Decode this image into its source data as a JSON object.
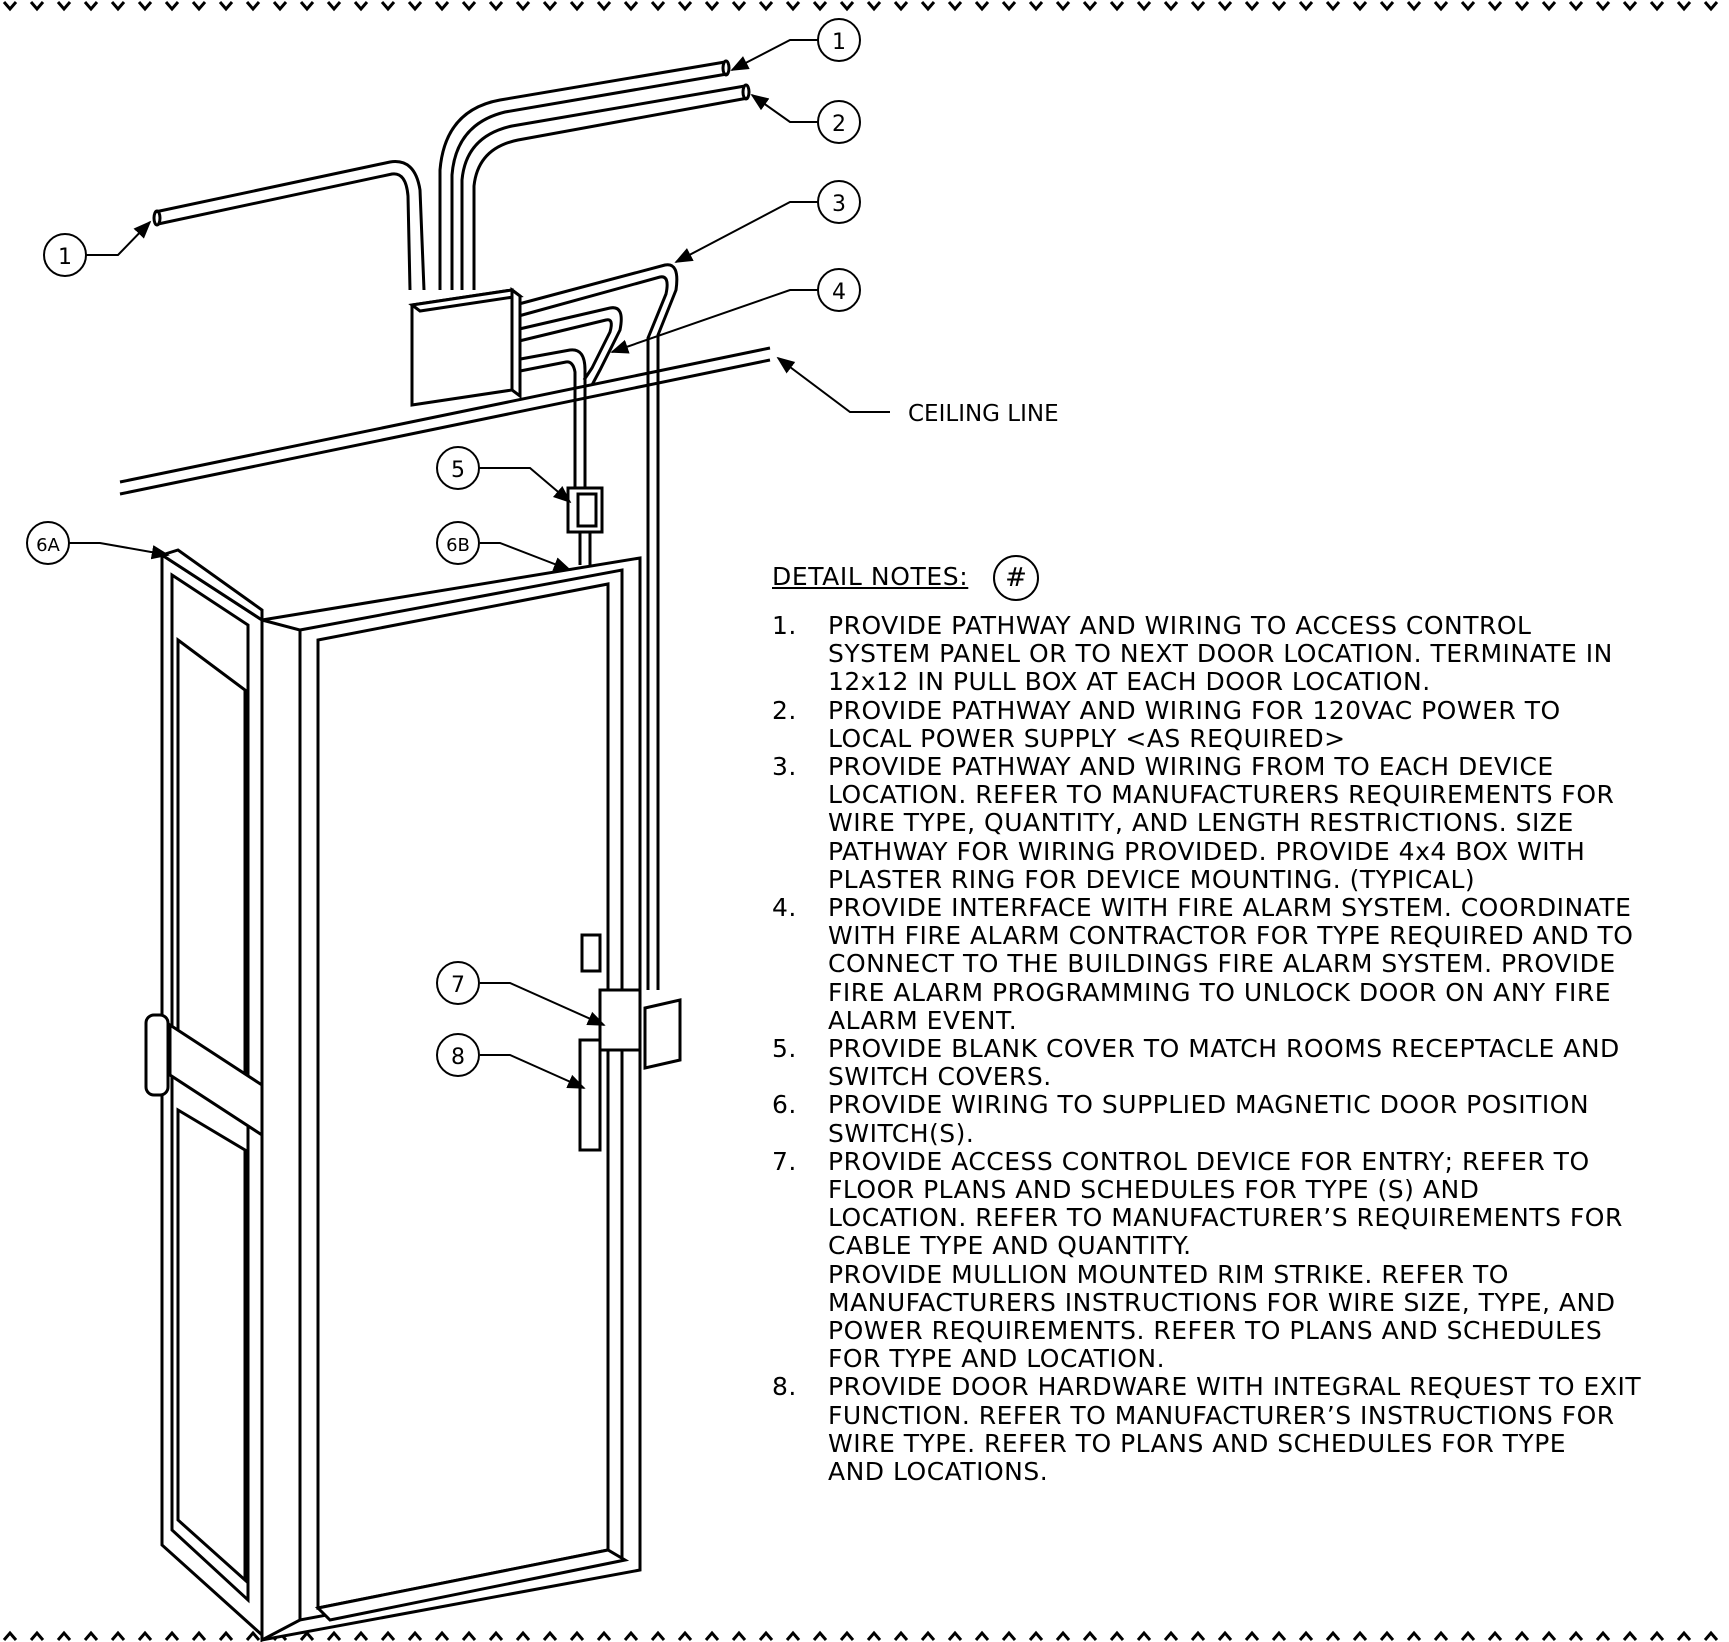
{
  "callouts": {
    "c1a": "1",
    "c1b": "1",
    "c2": "2",
    "c3": "3",
    "c4": "4",
    "c5": "5",
    "c6a": "6A",
    "c6b": "6B",
    "c7": "7",
    "c8": "8"
  },
  "ceiling_label": "CEILING LINE",
  "notes": {
    "title": "DETAIL NOTES:",
    "symbol": "#",
    "items": [
      {
        "num": "1.",
        "text": "PROVIDE PATHWAY AND WIRING TO ACCESS CONTROL\nSYSTEM PANEL OR TO NEXT DOOR LOCATION. TERMINATE IN\n12x12 IN PULL BOX AT EACH DOOR LOCATION."
      },
      {
        "num": "2.",
        "text": "PROVIDE PATHWAY AND WIRING FOR 120VAC POWER TO\nLOCAL POWER SUPPLY <AS REQUIRED>"
      },
      {
        "num": "3.",
        "text": "PROVIDE PATHWAY AND WIRING FROM TO EACH DEVICE\nLOCATION. REFER TO MANUFACTURERS REQUIREMENTS FOR\nWIRE TYPE, QUANTITY, AND LENGTH RESTRICTIONS. SIZE\nPATHWAY FOR WIRING PROVIDED. PROVIDE 4x4 BOX WITH\nPLASTER RING FOR DEVICE MOUNTING. (TYPICAL)"
      },
      {
        "num": "4.",
        "text": "PROVIDE INTERFACE WITH FIRE ALARM SYSTEM. COORDINATE\nWITH FIRE ALARM CONTRACTOR FOR TYPE REQUIRED AND TO\nCONNECT TO THE BUILDINGS FIRE ALARM SYSTEM. PROVIDE\nFIRE ALARM PROGRAMMING TO UNLOCK DOOR ON ANY FIRE\nALARM EVENT."
      },
      {
        "num": "5.",
        "text": "PROVIDE BLANK COVER TO MATCH ROOMS RECEPTACLE AND\nSWITCH COVERS."
      },
      {
        "num": "6.",
        "text": "PROVIDE WIRING TO SUPPLIED MAGNETIC DOOR POSITION\nSWITCH(S)."
      },
      {
        "num": "7.",
        "text": "PROVIDE  ACCESS CONTROL DEVICE FOR ENTRY; REFER TO\nFLOOR PLANS AND SCHEDULES FOR TYPE (S) AND\nLOCATION. REFER TO MANUFACTURER’S REQUIREMENTS FOR\nCABLE TYPE AND QUANTITY.\nPROVIDE MULLION MOUNTED RIM STRIKE. REFER TO\nMANUFACTURERS INSTRUCTIONS FOR WIRE SIZE, TYPE, AND\nPOWER REQUIREMENTS. REFER TO PLANS AND SCHEDULES\nFOR TYPE AND LOCATION."
      },
      {
        "num": "8.",
        "text": "PROVIDE DOOR HARDWARE WITH INTEGRAL REQUEST TO EXIT\nFUNCTION. REFER TO MANUFACTURER’S INSTRUCTIONS FOR\nWIRE TYPE. REFER TO PLANS AND SCHEDULES FOR TYPE\nAND LOCATIONS."
      }
    ]
  }
}
